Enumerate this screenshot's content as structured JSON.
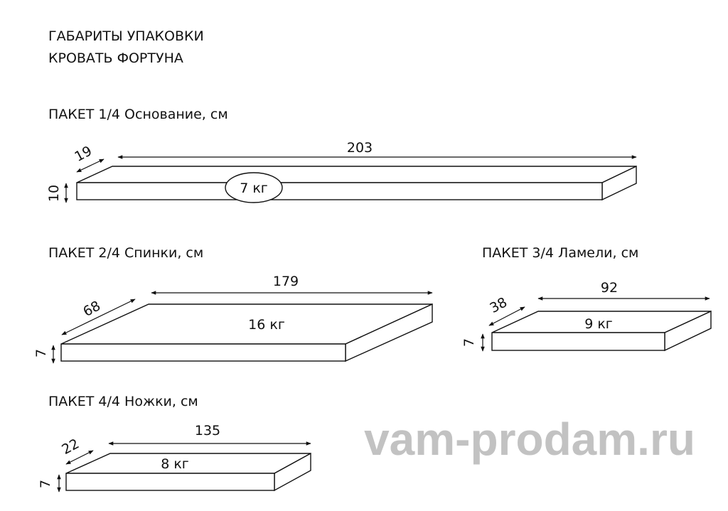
{
  "title": {
    "line1": "ГАБАРИТЫ УПАКОВКИ",
    "line2": "КРОВАТЬ ФОРТУНА"
  },
  "watermark": "vam-prodam.ru",
  "packages": [
    {
      "label": "ПАКЕТ 1/4 Основание, см",
      "length": "203",
      "width": "19",
      "height": "10",
      "weight": "7 кг"
    },
    {
      "label": "ПАКЕТ 2/4 Спинки, см",
      "length": "179",
      "width": "68",
      "height": "7",
      "weight": "16 кг"
    },
    {
      "label": "ПАКЕТ 3/4 Ламели, см",
      "length": "92",
      "width": "38",
      "height": "7",
      "weight": "9 кг"
    },
    {
      "label": "ПАКЕТ 4/4 Ножки, см",
      "length": "135",
      "width": "22",
      "height": "7",
      "weight": "8 кг"
    }
  ]
}
